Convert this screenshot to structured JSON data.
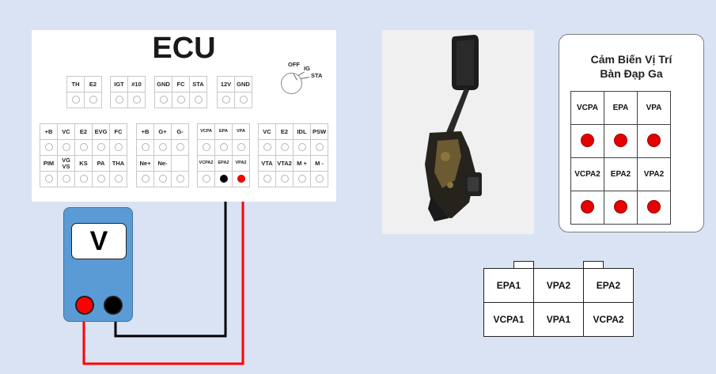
{
  "ecu": {
    "title": "ECU",
    "top_groups": [
      {
        "labels": [
          "TH",
          "E2"
        ]
      },
      {
        "labels": [
          "IGT",
          "#10"
        ]
      },
      {
        "labels": [
          "GND",
          "FC",
          "STA"
        ]
      },
      {
        "labels": [
          "12V",
          "GND"
        ]
      }
    ],
    "key_switch": {
      "off": "OFF",
      "ig": "IG",
      "sta": "STA"
    },
    "bottom_groups": [
      {
        "row1": [
          "+B",
          "VC",
          "E2",
          "EVG",
          "FC"
        ],
        "row2": [
          "PIM",
          "VG\nVS",
          "KS",
          "PA",
          "THA"
        ]
      },
      {
        "row1": [
          "+B",
          "G+",
          "G-"
        ],
        "row2": [
          "Ne+",
          "Ne-",
          ""
        ]
      },
      {
        "row1": [
          "VCPA",
          "EPA",
          "VPA"
        ],
        "row2": [
          "VCPA2",
          "EPA2",
          "VPA2"
        ]
      },
      {
        "row1": [
          "VC",
          "E2",
          "IDL",
          "PSW"
        ],
        "row2": [
          "VTA",
          "VTA2",
          "M +",
          "M -"
        ]
      }
    ]
  },
  "meter": {
    "display": "V"
  },
  "sensor": {
    "title_line1": "Cảm Biến Vị Trí",
    "title_line2": "Bàn Đạp Ga",
    "row1": [
      "VCPA",
      "EPA",
      "VPA"
    ],
    "row2": [
      "VCPA2",
      "EPA2",
      "VPA2"
    ]
  },
  "connector": {
    "row1": [
      "EPA1",
      "VPA2",
      "EPA2"
    ],
    "row2": [
      "VCPA1",
      "VPA1",
      "VCPA2"
    ]
  },
  "colors": {
    "background": "#dae3f3",
    "meter": "#5b9bd5",
    "probe_red": "#ff0000",
    "probe_black": "#000000",
    "pin_dot": "#e60000"
  }
}
